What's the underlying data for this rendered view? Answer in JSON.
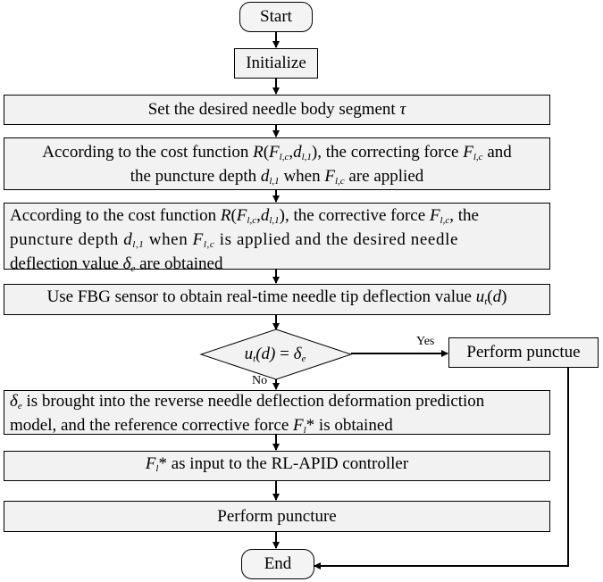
{
  "nodes": {
    "start": "Start",
    "initialize": "Initialize",
    "set_segment": {
      "text": "Set the desired needle body segment ",
      "sym": "τ"
    },
    "step3": {
      "l1a": "According to the cost function ",
      "R": "R",
      "F": "F",
      "lc": "l,c",
      "d": "d",
      "l1": "l,1",
      "l1b": "), the correcting force ",
      "l1c": " and",
      "l2a": "the puncture depth ",
      "l2b": " when ",
      "l2c": " are applied"
    },
    "step4": {
      "l1a": "According to the cost function ",
      "l1b": "), the corrective force ",
      "l1c": ", the",
      "l2a": "puncture depth ",
      "l2b": " when ",
      "l2c": " is applied and the desired needle",
      "l3a": "deflection value ",
      "l3b": " are obtained"
    },
    "fbg": {
      "text": "Use FBG sensor to obtain real-time needle tip deflection value ",
      "u": "u",
      "t": "t",
      "d": "d"
    },
    "decision": {
      "u": "u",
      "t": "t",
      "d": "d",
      "eq": " = ",
      "delta": "δ",
      "e": "e"
    },
    "perform_punctue": "Perform punctue",
    "reverse": {
      "l1b": " is brought into the reverse needle deflection deformation prediction",
      "l2a": "model, and the reference corrective force ",
      "l2b": " is obtained"
    },
    "controller": {
      "F": "F",
      "l": "l",
      "star": "*",
      "text": " as input to the RL-APID controller"
    },
    "perform_puncture": "Perform puncture",
    "end": "End"
  },
  "edge_labels": {
    "yes": "Yes",
    "no": "No"
  },
  "colors": {
    "box_fill": "#f2f2f2",
    "stroke": "#000000"
  }
}
